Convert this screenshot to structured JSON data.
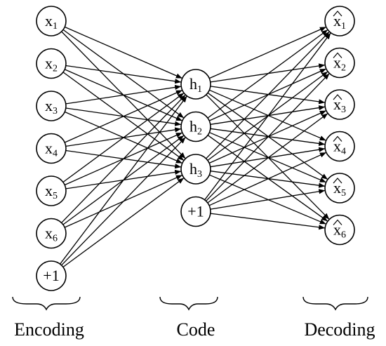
{
  "encoding": {
    "label": "Encoding",
    "nodes": [
      {
        "base": "x",
        "sub": "1",
        "hat": false
      },
      {
        "base": "x",
        "sub": "2",
        "hat": false
      },
      {
        "base": "x",
        "sub": "3",
        "hat": false
      },
      {
        "base": "x",
        "sub": "4",
        "hat": false
      },
      {
        "base": "x",
        "sub": "5",
        "hat": false
      },
      {
        "base": "x",
        "sub": "6",
        "hat": false
      },
      {
        "base": "+1",
        "sub": "",
        "hat": false
      }
    ]
  },
  "code": {
    "label": "Code",
    "nodes": [
      {
        "base": "h",
        "sub": "1",
        "hat": false
      },
      {
        "base": "h",
        "sub": "2",
        "hat": false
      },
      {
        "base": "h",
        "sub": "3",
        "hat": false
      },
      {
        "base": "+1",
        "sub": "",
        "hat": false
      }
    ]
  },
  "decoding": {
    "label": "Decoding",
    "nodes": [
      {
        "base": "x",
        "sub": "1",
        "hat": true
      },
      {
        "base": "x",
        "sub": "2",
        "hat": true
      },
      {
        "base": "x",
        "sub": "3",
        "hat": true
      },
      {
        "base": "x",
        "sub": "4",
        "hat": true
      },
      {
        "base": "x",
        "sub": "5",
        "hat": true
      },
      {
        "base": "x",
        "sub": "6",
        "hat": true
      }
    ]
  }
}
